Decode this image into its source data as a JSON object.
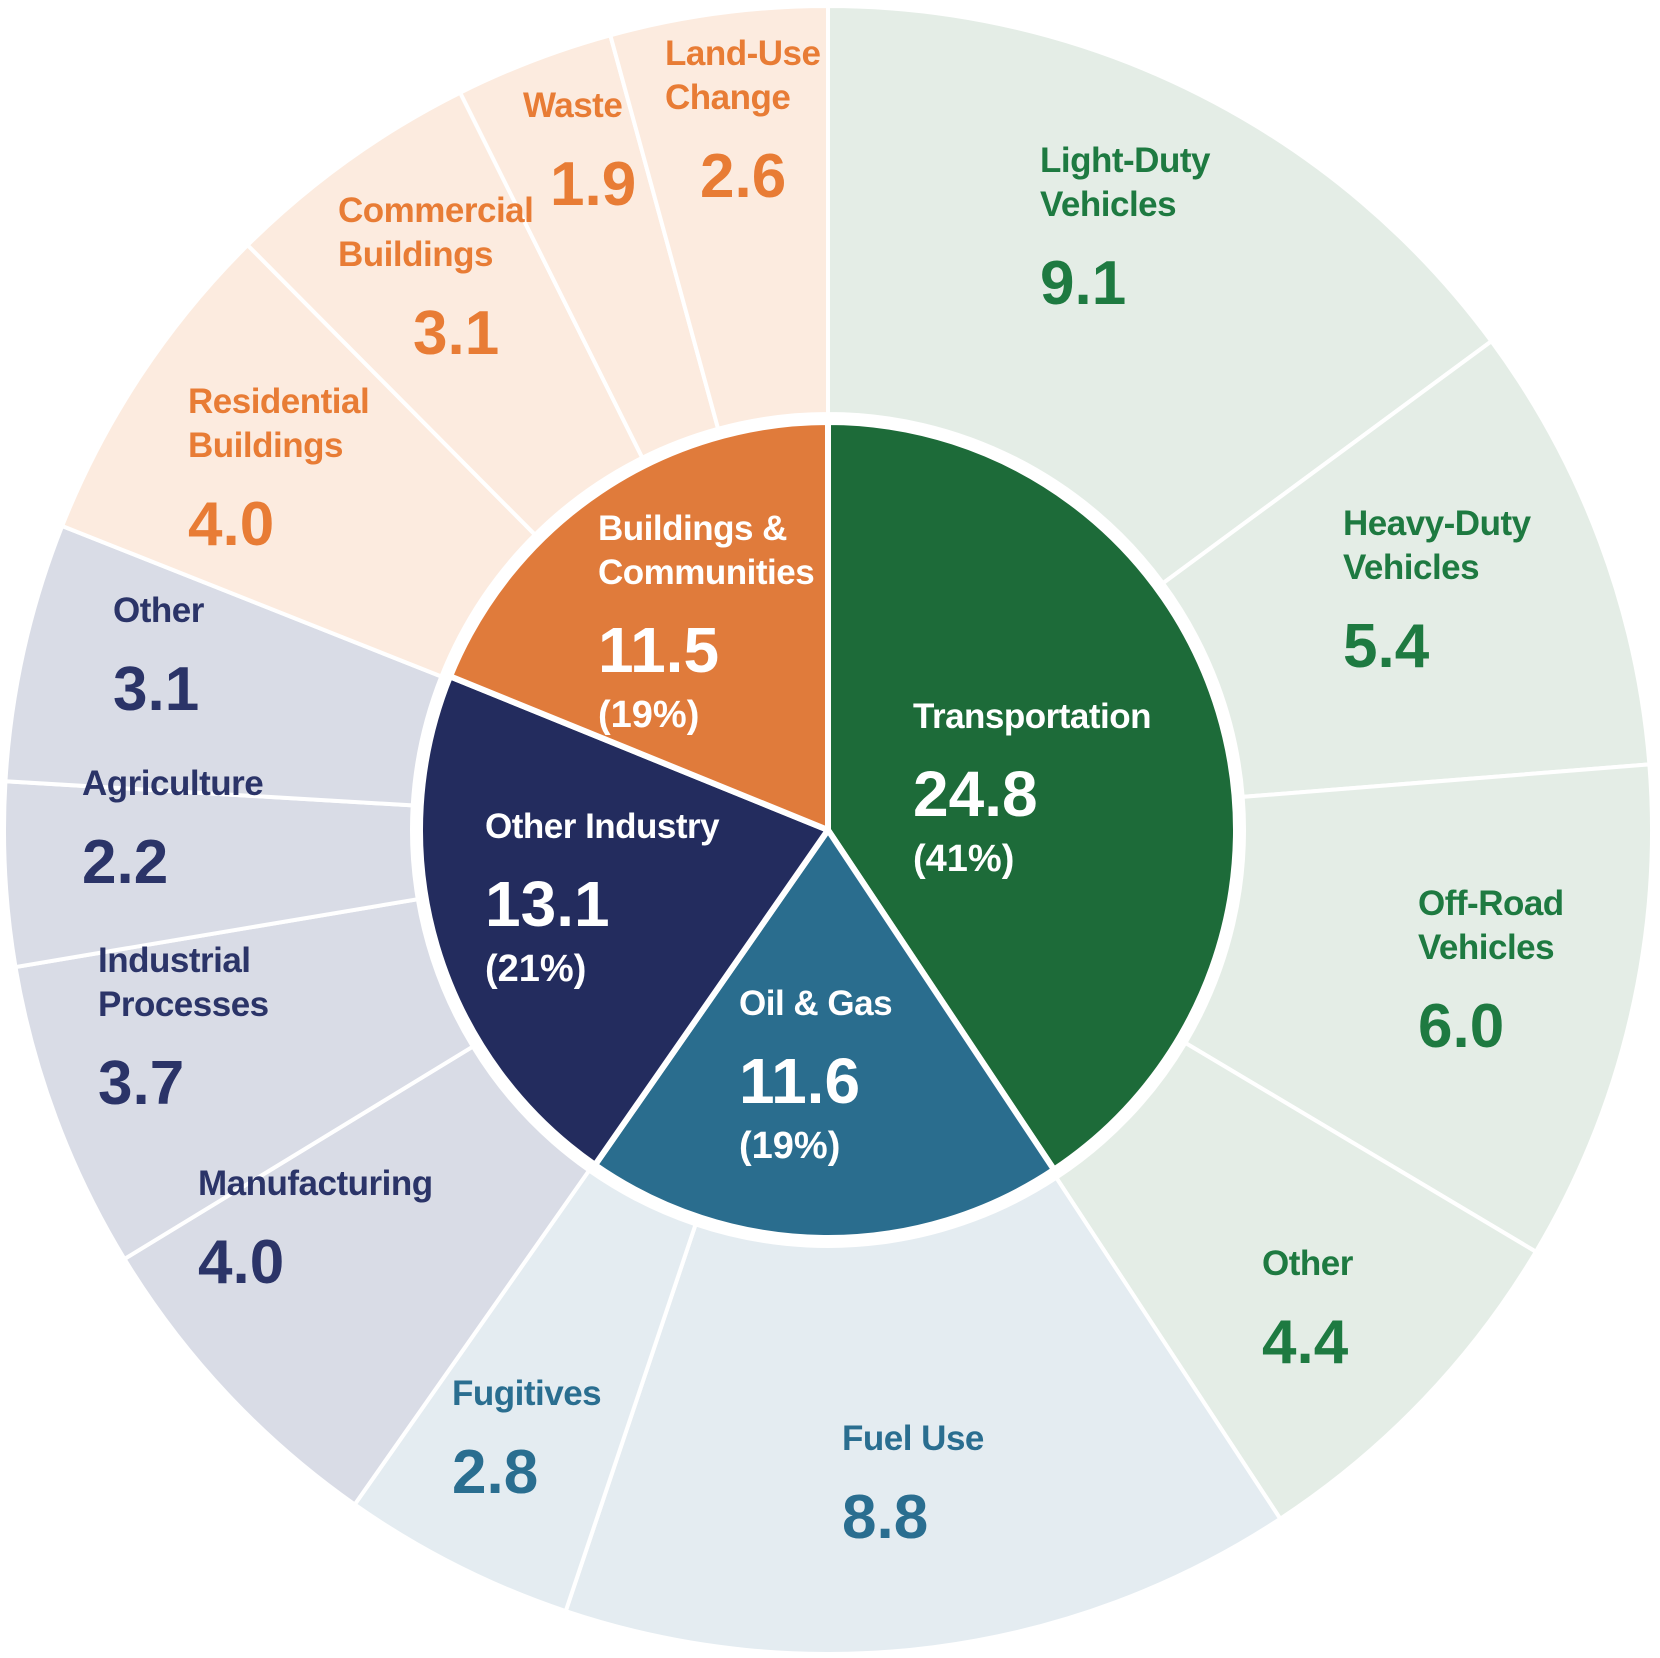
{
  "chart_data": {
    "type": "pie",
    "subtype": "sunburst-donut",
    "legend_position": "none",
    "grid": false,
    "inner_ring": [
      {
        "id": "transportation",
        "name_lines": [
          "Transportation"
        ],
        "value": 24.8,
        "value_label": "24.8",
        "pct_label": "(41%)",
        "color": "#1d6b39",
        "label_color": "#ffffff"
      },
      {
        "id": "oil_gas",
        "name_lines": [
          "Oil & Gas"
        ],
        "value": 11.6,
        "value_label": "11.6",
        "pct_label": "(19%)",
        "color": "#2a6d8e",
        "label_color": "#ffffff"
      },
      {
        "id": "other_industry",
        "name_lines": [
          "Other Industry"
        ],
        "value": 13.1,
        "value_label": "13.1",
        "pct_label": "(21%)",
        "color": "#232c5e",
        "label_color": "#ffffff"
      },
      {
        "id": "buildings",
        "name_lines": [
          "Buildings &",
          "Communities"
        ],
        "value": 11.5,
        "value_label": "11.5",
        "pct_label": "(19%)",
        "color": "#e07b3b",
        "label_color": "#ffffff"
      }
    ],
    "outer_ring": [
      {
        "id": "light_duty",
        "parent": "transportation",
        "name_lines": [
          "Light-Duty",
          "Vehicles"
        ],
        "value": 9.1,
        "value_label": "9.1",
        "color": "#e4ede6",
        "label_color": "#1e7a41"
      },
      {
        "id": "heavy_duty",
        "parent": "transportation",
        "name_lines": [
          "Heavy-Duty",
          "Vehicles"
        ],
        "value": 5.4,
        "value_label": "5.4",
        "color": "#e4ede6",
        "label_color": "#1e7a41"
      },
      {
        "id": "off_road",
        "parent": "transportation",
        "name_lines": [
          "Off-Road",
          "Vehicles"
        ],
        "value": 6.0,
        "value_label": "6.0",
        "color": "#e4ede6",
        "label_color": "#1e7a41"
      },
      {
        "id": "other_transport",
        "parent": "transportation",
        "name_lines": [
          "Other"
        ],
        "value": 4.4,
        "value_label": "4.4",
        "color": "#e4ede6",
        "label_color": "#1e7a41"
      },
      {
        "id": "fuel_use",
        "parent": "oil_gas",
        "name_lines": [
          "Fuel Use"
        ],
        "value": 8.8,
        "value_label": "8.8",
        "color": "#e4ecf1",
        "label_color": "#2a6e90"
      },
      {
        "id": "fugitives",
        "parent": "oil_gas",
        "name_lines": [
          "Fugitives"
        ],
        "value": 2.8,
        "value_label": "2.8",
        "color": "#e4ecf1",
        "label_color": "#2a6e90"
      },
      {
        "id": "manufacturing",
        "parent": "other_industry",
        "name_lines": [
          "Manufacturing"
        ],
        "value": 4.0,
        "value_label": "4.0",
        "color": "#d9dce6",
        "label_color": "#2b3468"
      },
      {
        "id": "industrial_processes",
        "parent": "other_industry",
        "name_lines": [
          "Industrial",
          "Processes"
        ],
        "value": 3.7,
        "value_label": "3.7",
        "color": "#d9dce6",
        "label_color": "#2b3468"
      },
      {
        "id": "agriculture",
        "parent": "other_industry",
        "name_lines": [
          "Agriculture"
        ],
        "value": 2.2,
        "value_label": "2.2",
        "color": "#d9dce6",
        "label_color": "#2b3468"
      },
      {
        "id": "other_industry_sub",
        "parent": "other_industry",
        "name_lines": [
          "Other"
        ],
        "value": 3.1,
        "value_label": "3.1",
        "color": "#d9dce6",
        "label_color": "#2b3468"
      },
      {
        "id": "residential",
        "parent": "buildings",
        "name_lines": [
          "Residential",
          "Buildings"
        ],
        "value": 4.0,
        "value_label": "4.0",
        "color": "#fcebdf",
        "label_color": "#e87c35"
      },
      {
        "id": "commercial",
        "parent": "buildings",
        "name_lines": [
          "Commercial",
          "Buildings"
        ],
        "value": 3.1,
        "value_label": "3.1",
        "color": "#fcebdf",
        "label_color": "#e87c35"
      },
      {
        "id": "waste",
        "parent": "buildings",
        "name_lines": [
          "Waste"
        ],
        "value": 1.9,
        "value_label": "1.9",
        "color": "#fcebdf",
        "label_color": "#e87c35"
      },
      {
        "id": "land_use",
        "parent": "buildings",
        "name_lines": [
          "Land-Use",
          "Change"
        ],
        "value": 2.6,
        "value_label": "2.6",
        "color": "#fcebdf",
        "label_color": "#e87c35"
      }
    ]
  }
}
